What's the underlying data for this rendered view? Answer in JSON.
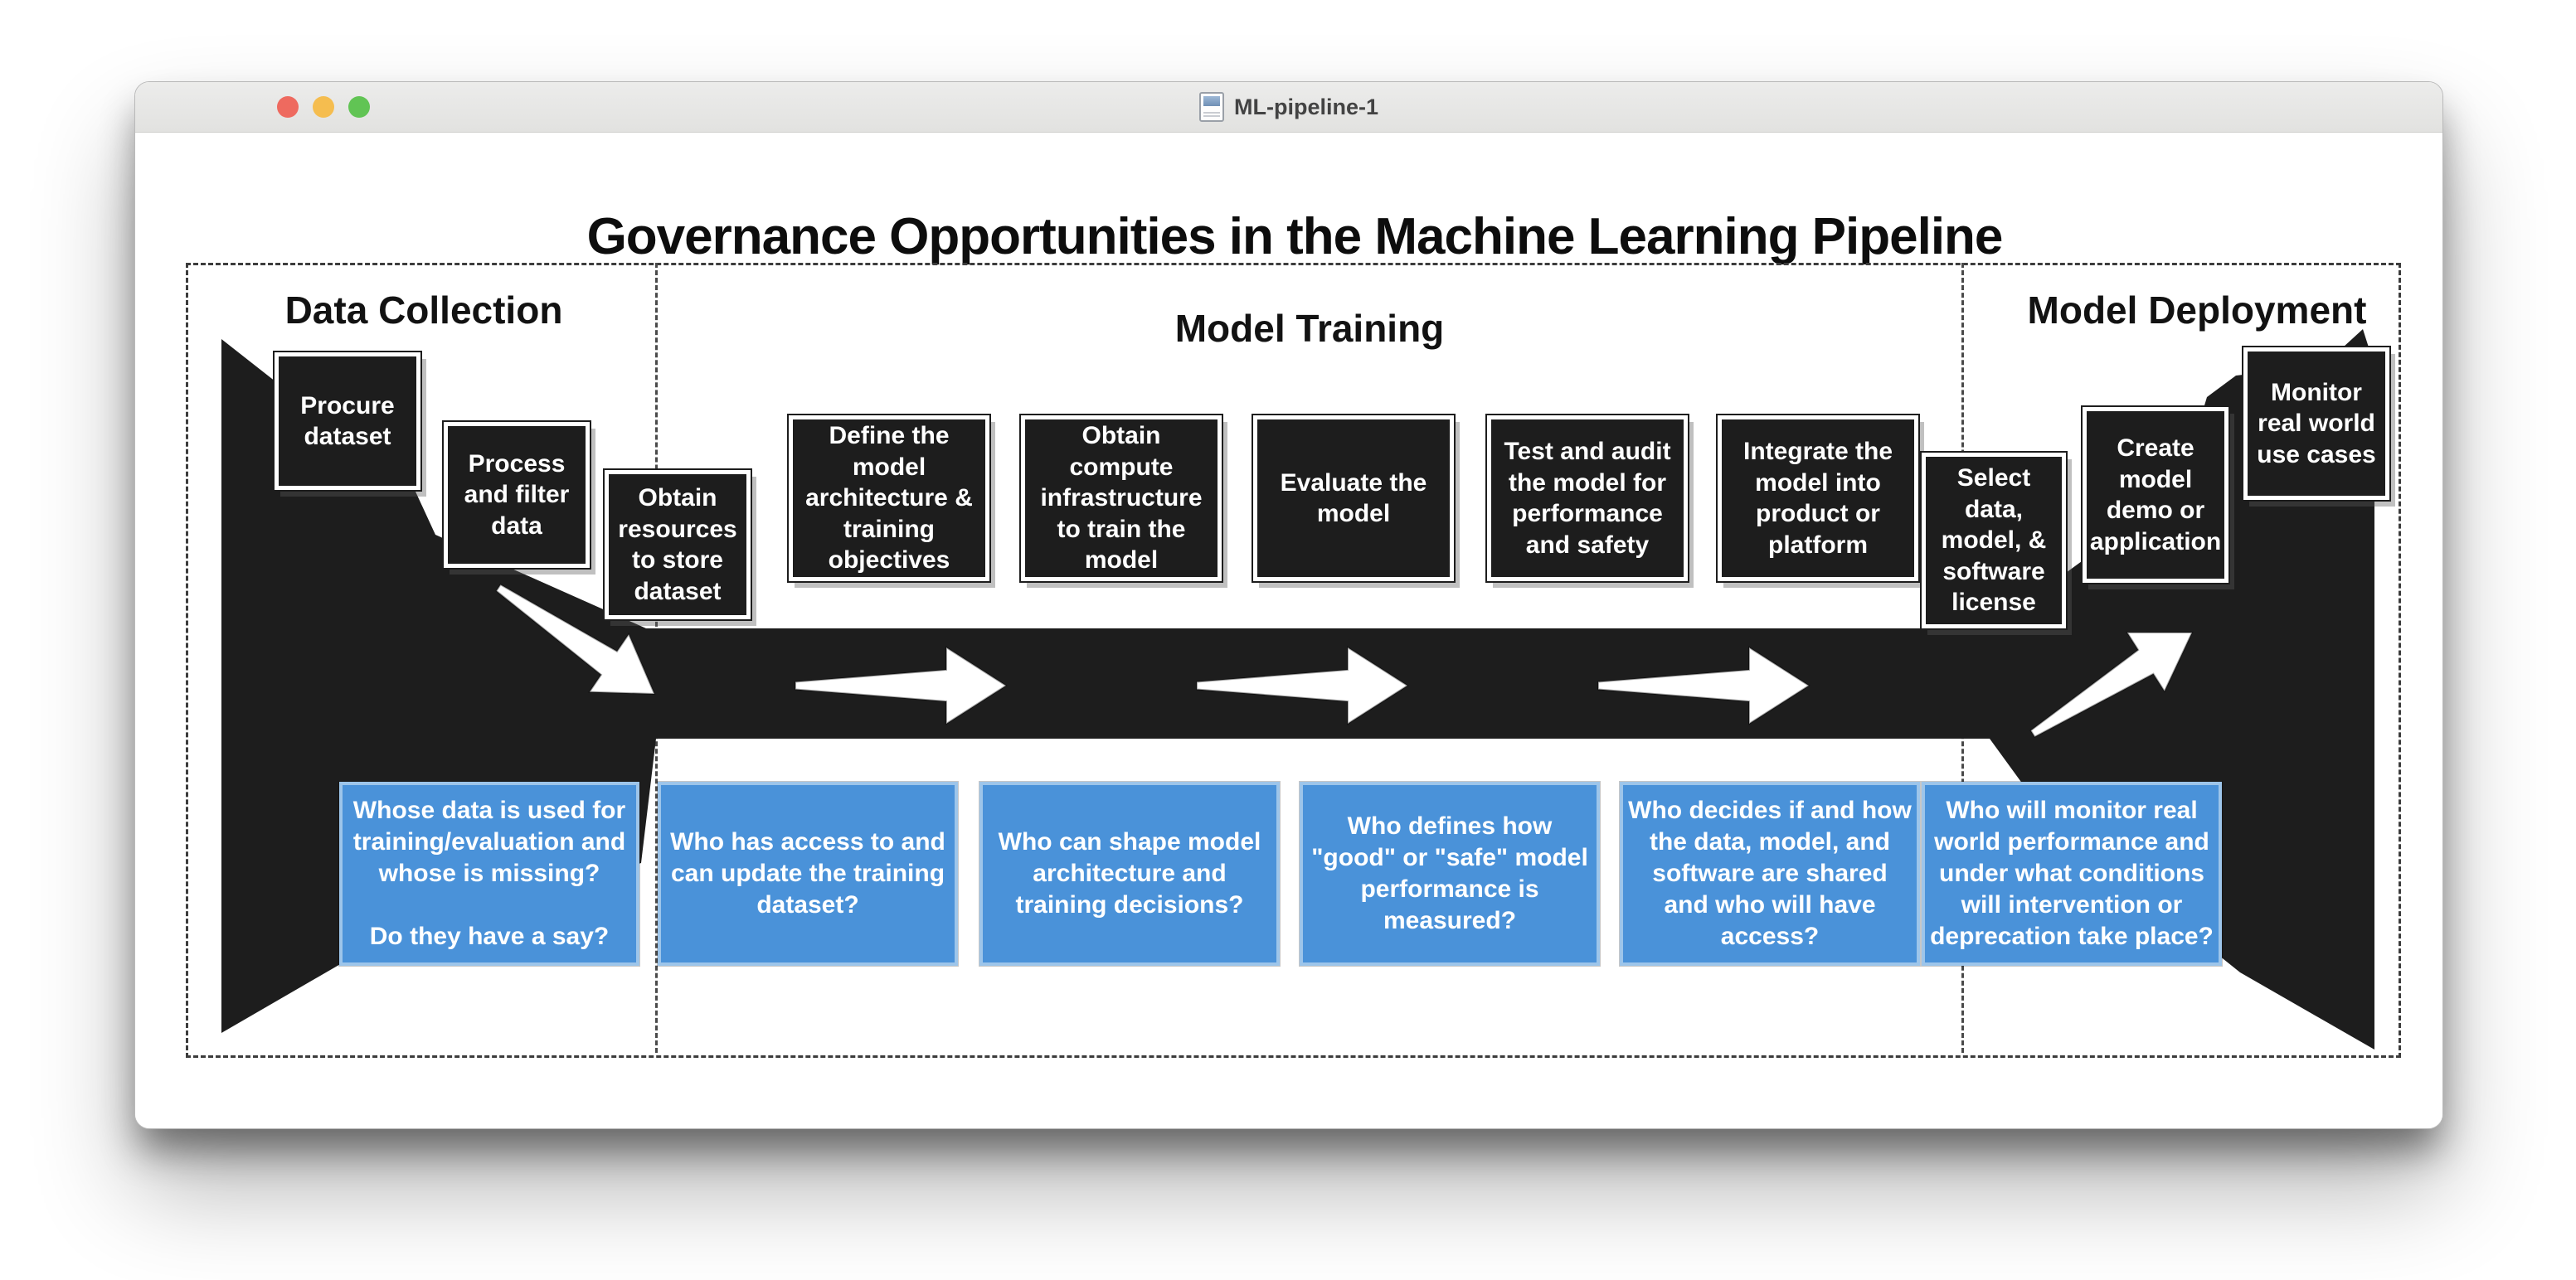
{
  "window": {
    "title": "ML-pipeline-1",
    "traffic_lights": [
      {
        "name": "close",
        "color": "#ee6a5f"
      },
      {
        "name": "minimize",
        "color": "#f5bd4f"
      },
      {
        "name": "zoom",
        "color": "#61c454"
      }
    ]
  },
  "diagram": {
    "title": "Governance Opportunities in the Machine Learning Pipeline",
    "sections": [
      {
        "label": "Data Collection"
      },
      {
        "label": "Model Training"
      },
      {
        "label": "Model Deployment"
      }
    ],
    "pipeline_steps": [
      "Procure dataset",
      "Process and filter data",
      "Obtain resources to store dataset",
      "Define the model architecture & training objectives",
      "Obtain compute infrastructure to train the model",
      "Evaluate the model",
      "Test and audit the model for performance and safety",
      "Integrate the model into product or platform",
      "Select data, model, & software license",
      "Create model demo or application",
      "Monitor real world use cases"
    ],
    "governance_questions": [
      "Whose data is used for training/evaluation and whose is missing?\n\nDo they have a say?",
      "Who has access to and can update the training dataset?",
      "Who can shape model architecture and training decisions?",
      "Who defines how \"good\" or \"safe\" model performance is measured?",
      "Who decides if and how the data, model, and software are shared and who will have access?",
      "Who will monitor real world performance and under what conditions will intervention or deprecation take place?"
    ],
    "colors": {
      "step_box_black": "#1d1d1d",
      "question_blue": "#4a92d9",
      "arrow_white": "#ffffff"
    }
  }
}
